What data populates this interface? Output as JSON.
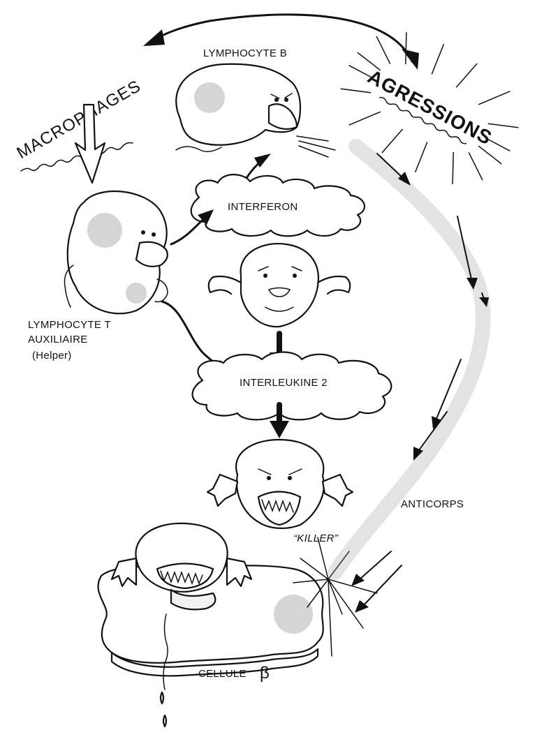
{
  "labels": {
    "macrophages": "MACROPHAGES",
    "lymphocyte_b": "LYMPHOCYTE B",
    "agressions": "AGRESSIONS",
    "interferon": "INTERFERON",
    "lymphocyte_t_line1": "LYMPHOCYTE T",
    "lymphocyte_t_line2": "AUXILIAIRE",
    "lymphocyte_t_line3": "(Helper)",
    "interleukine": "INTERLEUKINE 2",
    "anticorps": "ANTICORPS",
    "killer": "“KILLER”",
    "cellule": "CELLULE",
    "cellule_symbol": "β"
  }
}
